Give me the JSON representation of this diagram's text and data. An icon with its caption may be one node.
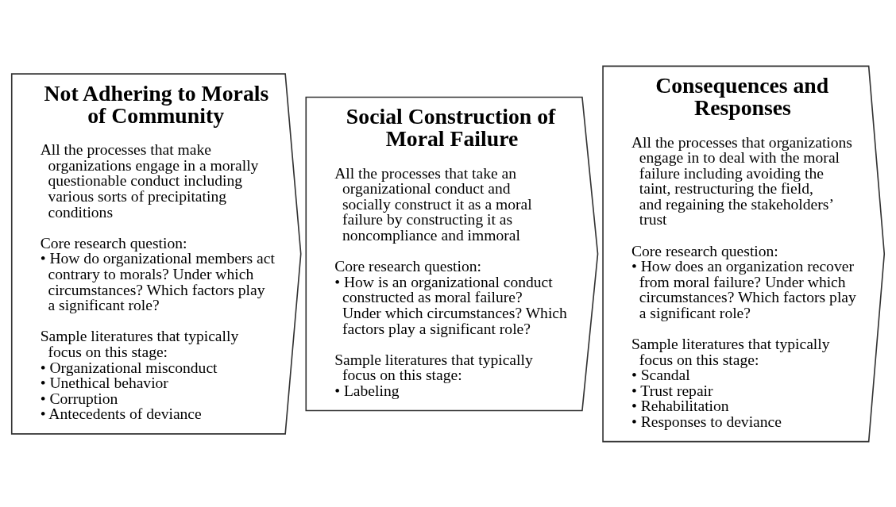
{
  "diagram": {
    "nodes": [
      {
        "text": [
          "Not Adhering to Morals of Community",
          "All the processes that make organizations engage in a morally questionable conduct including various sorts of precipitating conditions",
          "Core research question:",
          "• How do organizational members act contrary to morals? Under which circumstances? Which factors play a significant role?",
          "Sample literatures that typically focus on this stage:",
          "• Organizational misconduct",
          "• Unethical behavior",
          "• Corruption",
          "• Antecedents of deviance"
        ]
      },
      {
        "text": [
          "Social Construction of Moral Failure",
          "All the processes that take an organizational conduct and socially construct it as a moral failure by constructing it as noncompliance and immoral",
          "Core research question:",
          "• How is an organizational conduct constructed as moral failure? Under which circumstances? Which factors play a significant role?",
          "Sample literatures that typically focus on this stage:",
          "• Labeling"
        ]
      },
      {
        "text": [
          "Consequences and Responses",
          "All the processes that organizations engage in to deal with the moral failure including avoiding the taint, restructuring the field, and regaining the stakeholders’ trust",
          "Core research question:",
          "• How does an organization recover from moral failure? Under which circumstances? Which factors play a significant role?",
          "Sample literatures that typically focus on this stage:",
          "• Scandal",
          "• Trust repair",
          "• Rehabilitation",
          "• Responses to deviance"
        ]
      }
    ],
    "edges": []
  }
}
